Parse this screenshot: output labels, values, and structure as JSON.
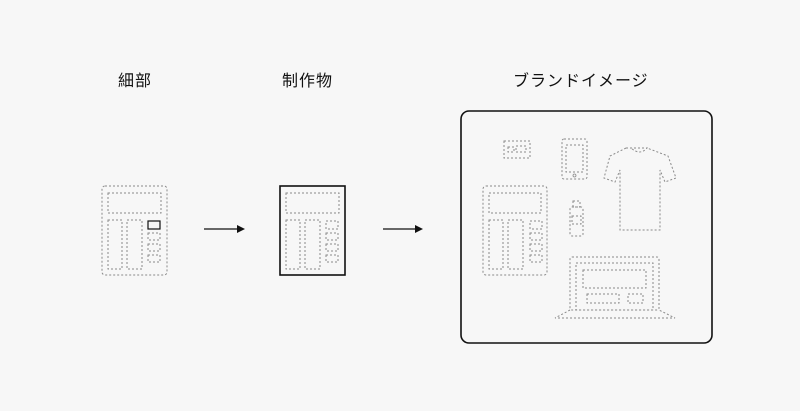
{
  "labels": {
    "detail": "細部",
    "work": "制作物",
    "brand": "ブランドイメージ"
  },
  "colors": {
    "background": "#f7f7f7",
    "outline_dashed": "#8a8a8a",
    "outline_solid": "#111111"
  },
  "icons": [
    "calculator-icon",
    "arrow-right-icon",
    "business-card-icon",
    "smartphone-icon",
    "tshirt-icon",
    "bottle-icon",
    "laptop-icon"
  ]
}
